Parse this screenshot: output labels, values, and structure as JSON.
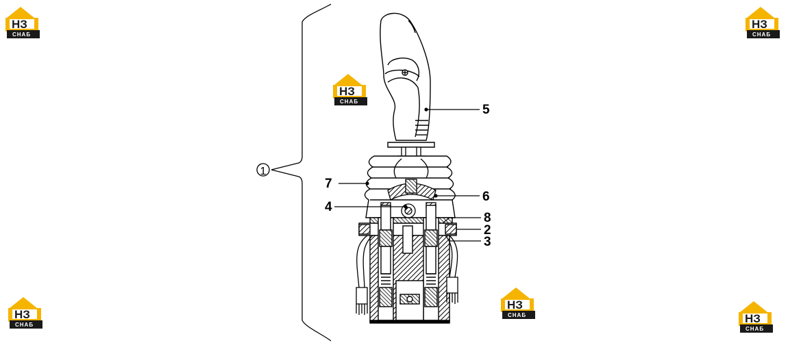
{
  "watermark": {
    "text_top": "НЗ",
    "text_bottom": "СНАБ",
    "accent_color": "#f5b400",
    "dark_color": "#1a1a1a"
  },
  "callouts": {
    "assembly": "1",
    "p2": "2",
    "p3": "3",
    "p4": "4",
    "p5": "5",
    "p6": "6",
    "p7": "7",
    "p8": "8"
  },
  "colors": {
    "line": "#000000",
    "background": "#ffffff"
  }
}
